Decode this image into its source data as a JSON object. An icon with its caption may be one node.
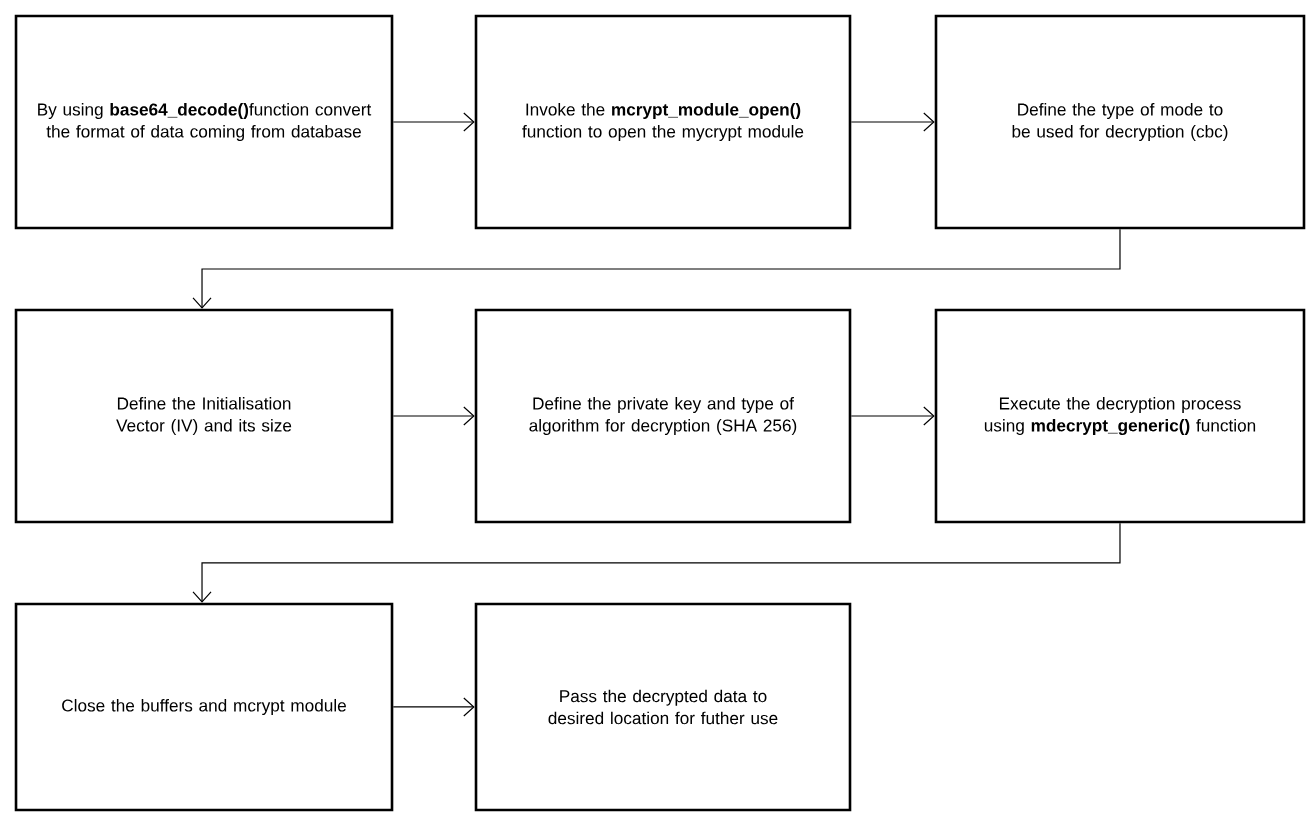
{
  "diagram": {
    "nodes": [
      {
        "text": [
          "By using **base64_decode()**function convert the format of data coming from database"
        ]
      },
      {
        "text": [
          "Invoke the **mcrypt_module_open()**  function to open the mycrypt module"
        ]
      },
      {
        "text": [
          "Define the type of mode to be used for decryption (cbc)"
        ]
      },
      {
        "text": [
          "Define the Initialisation Vector (IV) and its size"
        ]
      },
      {
        "text": [
          "Define the private key and type of algorithm for decryption (SHA 256)"
        ]
      },
      {
        "text": [
          "Execute the decryption process using **mdecrypt_generic()** function"
        ]
      },
      {
        "text": [
          "Close the buffers and mcrypt module"
        ]
      },
      {
        "text": [
          "Pass the decrypted data to desired location for futher use"
        ]
      }
    ],
    "edges": [
      {
        "from": 0,
        "to": 1,
        "arrow": "to"
      },
      {
        "from": 1,
        "to": 2,
        "arrow": "to"
      },
      {
        "from": 2,
        "to": 3,
        "arrow": "to"
      },
      {
        "from": 3,
        "to": 4,
        "arrow": "to"
      },
      {
        "from": 4,
        "to": 5,
        "arrow": "to"
      },
      {
        "from": 5,
        "to": 6,
        "arrow": "to"
      },
      {
        "from": 6,
        "to": 7,
        "arrow": "to"
      }
    ]
  }
}
